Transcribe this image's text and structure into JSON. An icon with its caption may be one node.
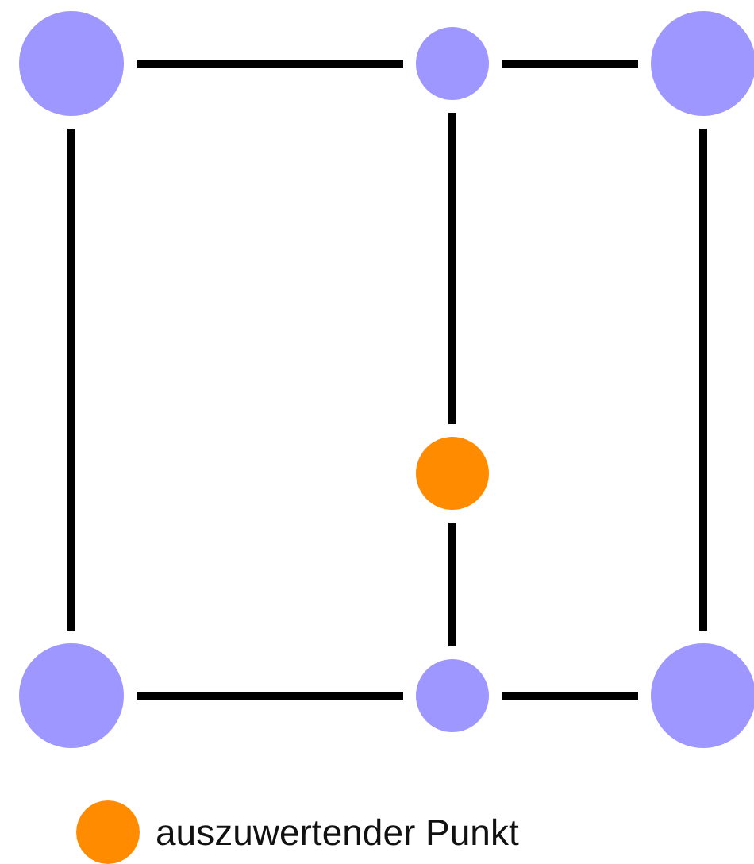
{
  "diagram": {
    "nodes": [
      {
        "text": [],
        "shape": "circle"
      },
      {
        "text": [],
        "shape": "circle"
      },
      {
        "text": [],
        "shape": "circle"
      },
      {
        "text": [],
        "shape": "circle"
      },
      {
        "text": [],
        "shape": "circle"
      },
      {
        "text": [],
        "shape": "circle"
      },
      {
        "text": [],
        "shape": "circle"
      }
    ],
    "edges": [
      {
        "from": 0,
        "to": 1,
        "arrow": "none"
      },
      {
        "from": 1,
        "to": 2,
        "arrow": "none"
      },
      {
        "from": 0,
        "to": 4,
        "arrow": "none"
      },
      {
        "from": 1,
        "to": 3,
        "arrow": "none"
      },
      {
        "from": 2,
        "to": 6,
        "arrow": "none"
      },
      {
        "from": 3,
        "to": 5,
        "arrow": "none"
      },
      {
        "from": 4,
        "to": 5,
        "arrow": "none"
      },
      {
        "from": 5,
        "to": 6,
        "arrow": "none"
      }
    ],
    "legend": [
      {
        "text": "auszuwertender Punkt",
        "color": "#ff8c00"
      }
    ]
  }
}
